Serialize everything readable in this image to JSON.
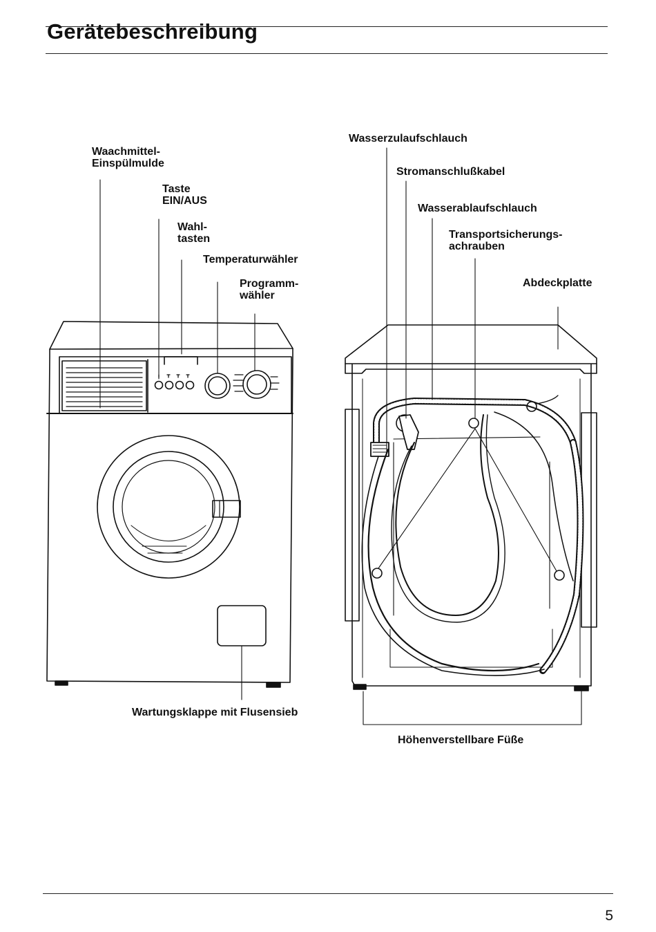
{
  "page": {
    "title": "Gerätebeschreibung",
    "page_number": "5"
  },
  "front_view": {
    "labels": {
      "detergent_drawer": [
        "Waachmittel-",
        "Einspülmulde"
      ],
      "power_button": [
        "Taste",
        "EIN/AUS"
      ],
      "option_buttons": [
        "Wahl-",
        "tasten"
      ],
      "temperature_selector": "Temperaturwähler",
      "program_selector": [
        "Programm-",
        "wähler"
      ],
      "service_flap": "Wartungsklappe mit Flusensieb"
    }
  },
  "rear_view": {
    "labels": {
      "inlet_hose": "Wasserzulaufschlauch",
      "power_cable": "Stromanschlußkabel",
      "drain_hose": "Wasserablaufschlauch",
      "transport_bolts": [
        "Transportsicherungs-",
        "achrauben"
      ],
      "cover_plate": "Abdeckplatte",
      "adjustable_feet": "Höhenverstellbare Füße"
    }
  }
}
